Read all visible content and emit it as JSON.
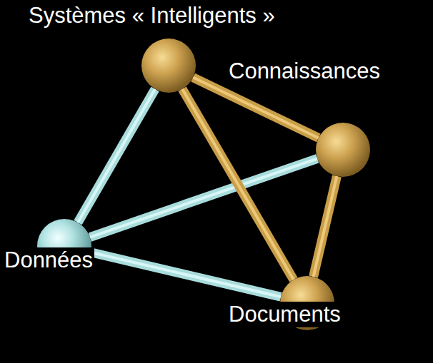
{
  "diagram": {
    "nodes": [
      {
        "text": [
          "Systèmes « Intelligents »"
        ]
      },
      {
        "text": [
          "Connaissances"
        ]
      },
      {
        "text": [
          "Données"
        ]
      },
      {
        "text": [
          "Documents"
        ]
      }
    ],
    "edges": [
      {
        "from": 2,
        "to": 3,
        "arrow": "none"
      },
      {
        "from": 2,
        "to": 1,
        "arrow": "none"
      },
      {
        "from": 2,
        "to": 0,
        "arrow": "none"
      },
      {
        "from": 0,
        "to": 1,
        "arrow": "none"
      },
      {
        "from": 1,
        "to": 3,
        "arrow": "none"
      },
      {
        "from": 0,
        "to": 3,
        "arrow": "none"
      }
    ]
  }
}
